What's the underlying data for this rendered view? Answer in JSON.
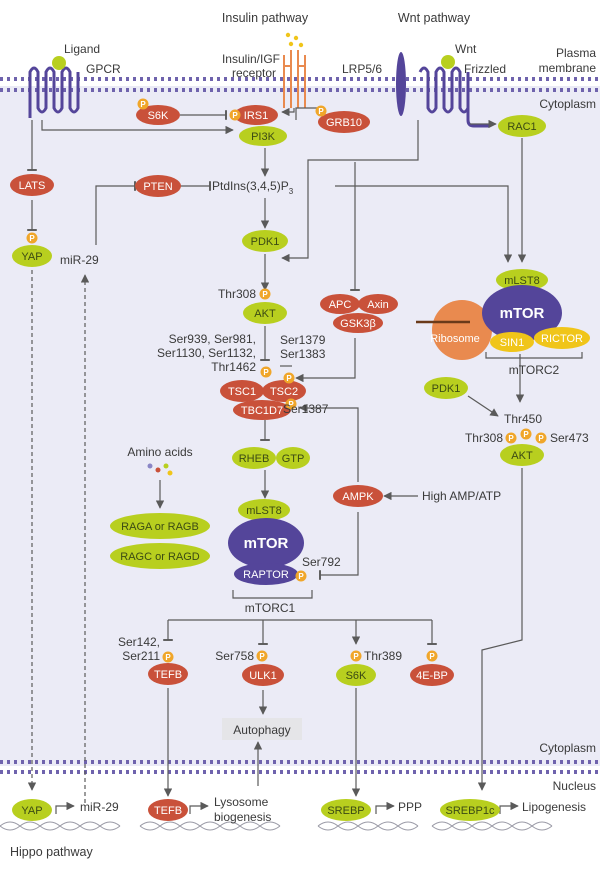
{
  "labels": {
    "insulin_pathway": "Insulin pathway",
    "wnt_pathway": "Wnt pathway",
    "ligand": "Ligand",
    "gpcr": "GPCR",
    "insulin_receptor": "Insulin/IGF",
    "insulin_receptor2": "receptor",
    "lrp": "LRP5/6",
    "wnt": "Wnt",
    "frizzled": "Frizzled",
    "plasma": "Plasma",
    "membrane": "membrane",
    "cytoplasm_top": "Cytoplasm",
    "cytoplasm_bottom": "Cytoplasm",
    "nucleus": "Nucleus",
    "mir29_mid": "miR-29",
    "mir29_bottom": "miR-29",
    "ptdins": "PtdIns(3,4,5)P",
    "ptdins_sub": "3",
    "thr308_a": "Thr308",
    "ser_list1": "Ser939, Ser981,",
    "ser_list2": "Ser1130, Ser1132,",
    "ser_list3": "Thr1462",
    "ser1379": "Ser1379",
    "ser1383": "Ser1383",
    "ser1387": "Ser1387",
    "amino_acids": "Amino acids",
    "high_amp": "High AMP/ATP",
    "ser792": "Ser792",
    "mtorc1": "mTORC1",
    "mtorc2": "mTORC2",
    "thr450": "Thr450",
    "thr308_b": "Thr308",
    "ser473": "Ser473",
    "ser142": "Ser142,",
    "ser211": "Ser211",
    "ser758": "Ser758",
    "thr389": "Thr389",
    "autophagy": "Autophagy",
    "lysosome1": "Lysosome",
    "lysosome2": "biogenesis",
    "ppp": "PPP",
    "lipogenesis": "Lipogenesis",
    "hippo": "Hippo pathway",
    "p": "P"
  },
  "nodes": {
    "s6k_top": "S6K",
    "irs1": "IRS1",
    "pi3k": "PI3K",
    "grb10": "GRB10",
    "rac1": "RAC1",
    "lats": "LATS",
    "yap_top": "YAP",
    "pten": "PTEN",
    "pdk1_a": "PDK1",
    "akt_a": "AKT",
    "apc": "APC",
    "axin": "Axin",
    "gsk3b": "GSK3β",
    "mlst8_top": "mLST8",
    "mtor_top": "mTOR",
    "ribosome": "Ribosome",
    "sin1": "SIN1",
    "rictor": "RICTOR",
    "tsc1": "TSC1",
    "tsc2": "TSC2",
    "tbc1d7": "TBC1D7",
    "rheb": "RHEB",
    "gtp": "GTP",
    "pdk1_b": "PDK1",
    "akt_b": "AKT",
    "raga": "RAGA or RAGB",
    "ragc": "RAGC or RAGD",
    "mlst8_bottom": "mLST8",
    "mtor_bottom": "mTOR",
    "raptor": "RAPTOR",
    "ampk": "AMPK",
    "tefb_a": "TEFB",
    "ulk1": "ULK1",
    "s6k_b": "S6K",
    "ebp": "4E-BP",
    "yap_bottom": "YAP",
    "tefb_b": "TEFB",
    "srebp": "SREBP",
    "srebp1c": "SREBP1c"
  },
  "colors": {
    "green": "#b8cf1f",
    "red": "#c9513a",
    "purple": "#54459a",
    "orange": "#e98a4f",
    "yellow": "#f0c51a",
    "phospho": "#f0a62a",
    "membrane": "#6f63ad",
    "cytoplasm_bg": "#ebebf6"
  }
}
